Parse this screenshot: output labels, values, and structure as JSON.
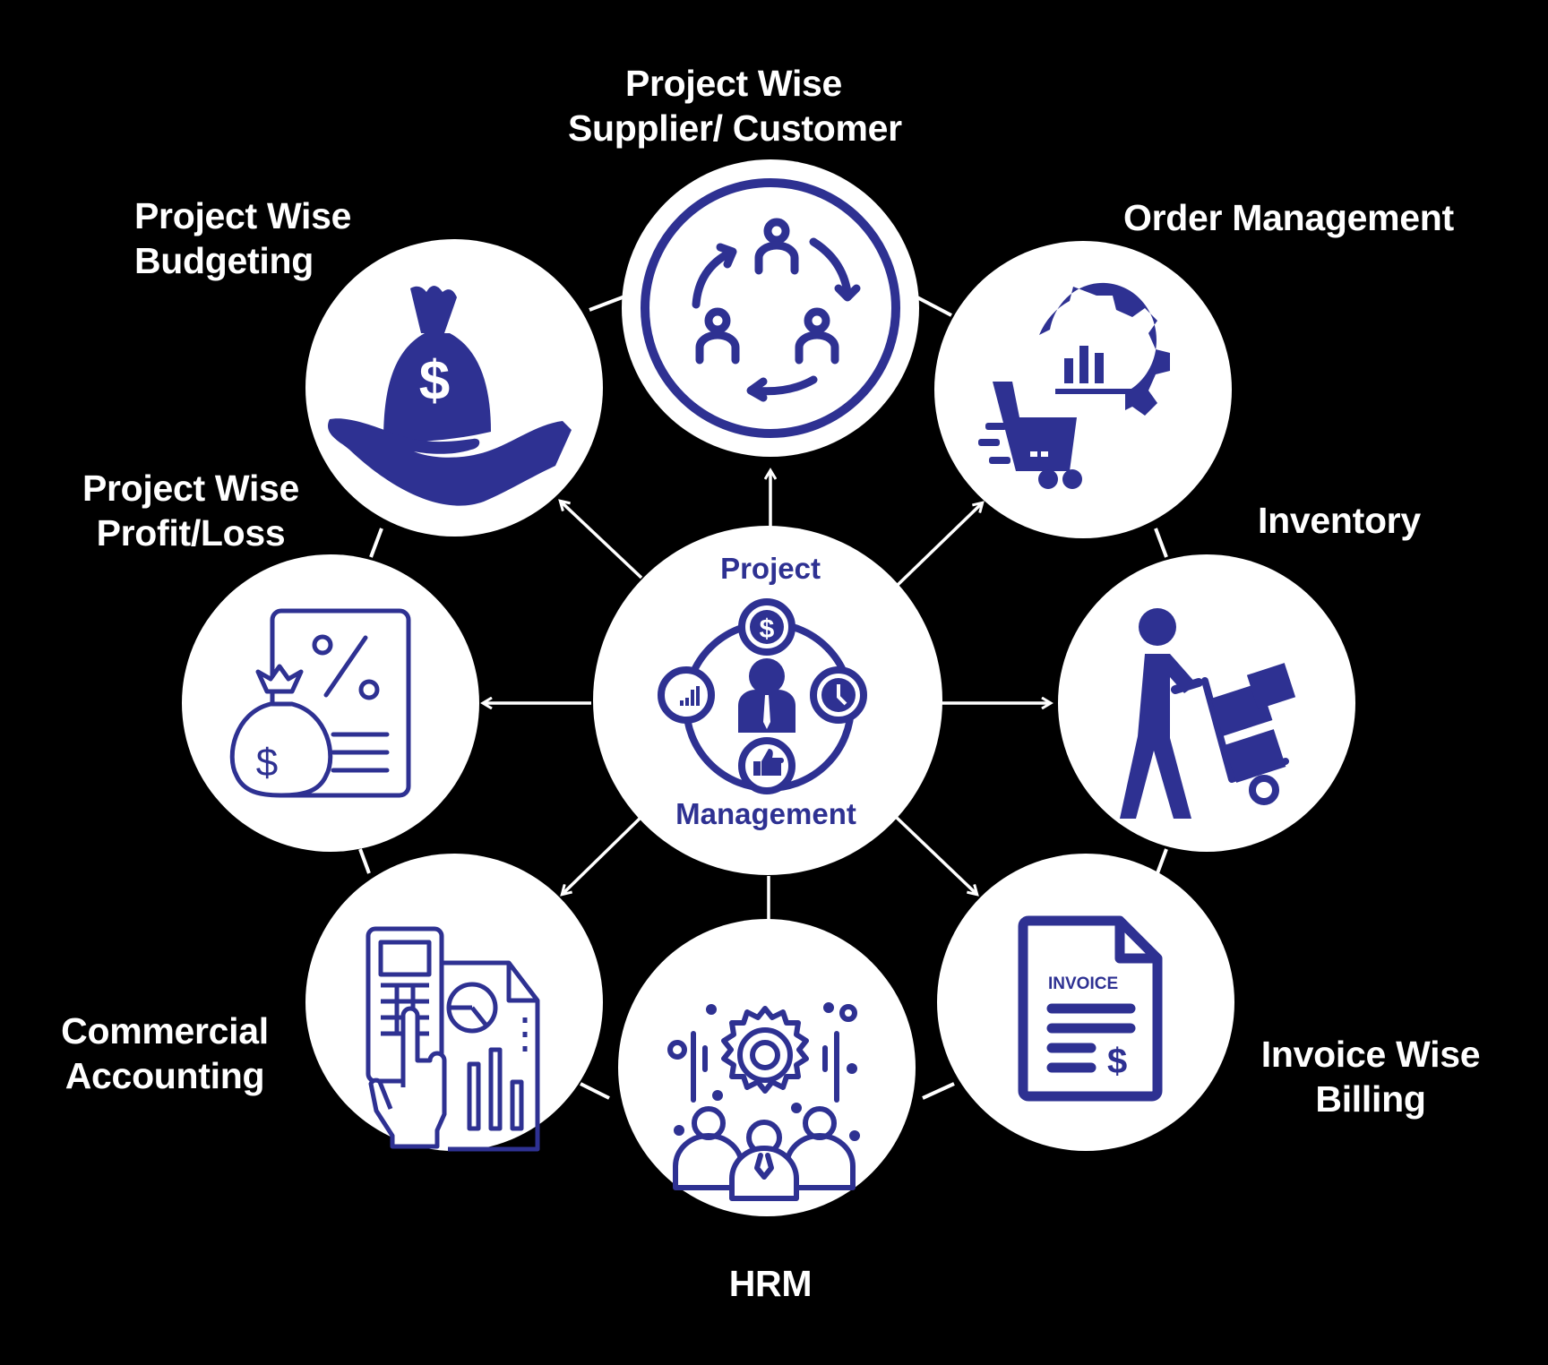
{
  "colors": {
    "background": "#000000",
    "node_fill": "#ffffff",
    "icon": "#2e3192",
    "label": "#ffffff",
    "connector": "#ffffff"
  },
  "center": {
    "title_top": "Project",
    "title_bottom": "Management",
    "icon": "manager-with-dollar-chart-clock-thumbsup-icon"
  },
  "nodes": [
    {
      "id": "supplier-customer",
      "line1": "Project Wise",
      "line2": "Supplier/ Customer",
      "icon": "people-cycle-icon"
    },
    {
      "id": "order-management",
      "line1": "Order Management",
      "line2": "",
      "icon": "cart-gear-chart-icon"
    },
    {
      "id": "inventory",
      "line1": "Inventory",
      "line2": "",
      "icon": "person-pushing-hand-truck-icon"
    },
    {
      "id": "invoice-billing",
      "line1": "Invoice Wise",
      "line2": "Billing",
      "icon": "invoice-document-icon",
      "icon_text": "INVOICE"
    },
    {
      "id": "hrm",
      "line1": "HRM",
      "line2": "",
      "icon": "team-gear-icon"
    },
    {
      "id": "commercial-accounting",
      "line1": "Commercial",
      "line2": "Accounting",
      "icon": "calculator-report-icon"
    },
    {
      "id": "profit-loss",
      "line1": "Project Wise",
      "line2": "Profit/Loss",
      "icon": "money-bag-percent-document-icon"
    },
    {
      "id": "budgeting",
      "line1": "Project Wise",
      "line2": "Budgeting",
      "icon": "hand-holding-money-bag-icon"
    }
  ]
}
